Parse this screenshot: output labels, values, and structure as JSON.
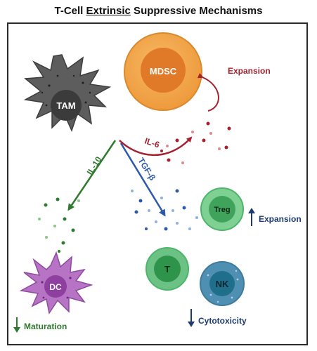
{
  "title": {
    "prefix": "T-Cell ",
    "underlined": "Extrinsic",
    "suffix": " Suppressive Mechanisms"
  },
  "cells": {
    "tam": "TAM",
    "mdsc": "MDSC",
    "dc": "DC",
    "treg": "Treg",
    "t": "T",
    "nk": "NK"
  },
  "cytokines": {
    "il6": "IL-6",
    "il10": "IL-10",
    "tgfb": "TGF-β"
  },
  "annotations": {
    "mdsc_expansion": "Expansion",
    "treg_expansion": "Expansion",
    "dc_maturation": "Maturation",
    "cytotoxicity": "Cytotoxicity"
  },
  "colors": {
    "tam": "#5d5d5d",
    "mdsc_outer": "#f0a650",
    "mdsc_inner": "#e07a28",
    "il6": "#a6202e",
    "il10": "#2f7a2e",
    "tgfb": "#2c5aa8",
    "treg": "#4cb569",
    "nk_outer": "#4f8fb2",
    "nk_inner": "#1f6f8b",
    "dc": "#a558b5",
    "navy": "#1d3b70"
  }
}
